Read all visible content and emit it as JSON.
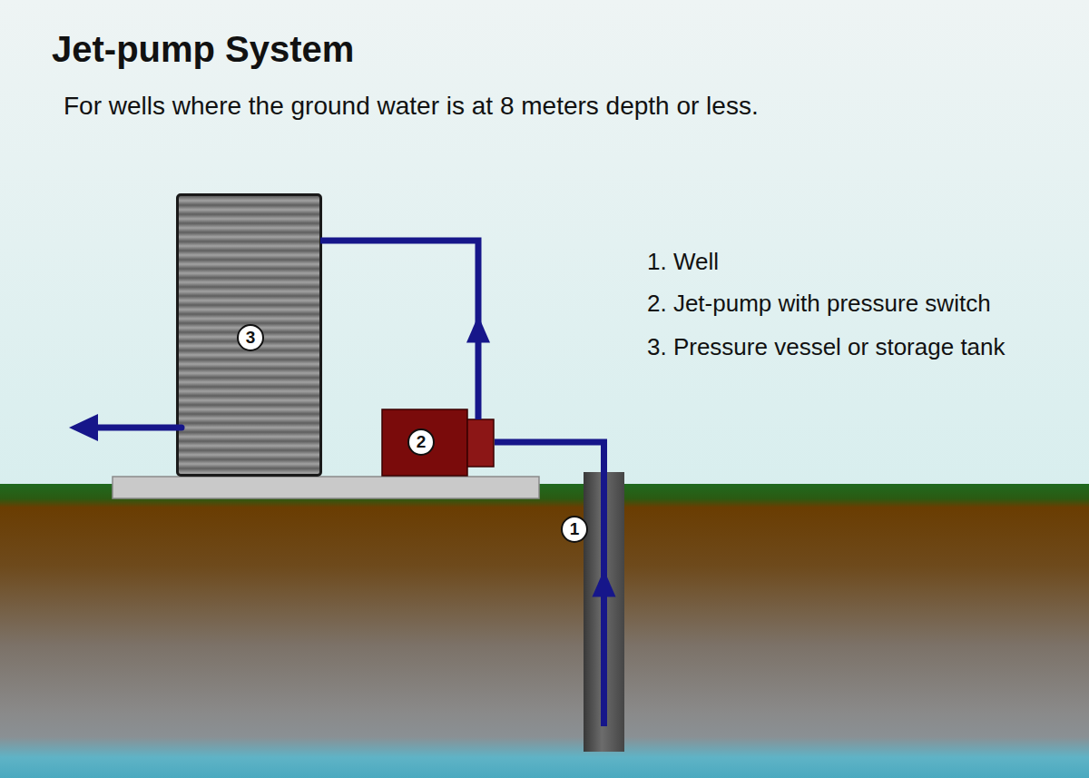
{
  "diagram": {
    "title": "Jet-pump System",
    "caption": "For wells where the ground water is at 8 meters depth or less.",
    "nodes": [
      {
        "text": [
          "3"
        ]
      },
      {
        "text": [
          "2"
        ]
      },
      {
        "text": [
          "1"
        ]
      }
    ],
    "edges": [
      {
        "from": 2,
        "to": 1,
        "arrow": "to"
      },
      {
        "from": 1,
        "to": 0,
        "arrow": "to"
      }
    ],
    "labels": [
      "1. Well",
      "2. Jet-pump with pressure switch",
      "3. Pressure vessel or storage tank"
    ]
  }
}
